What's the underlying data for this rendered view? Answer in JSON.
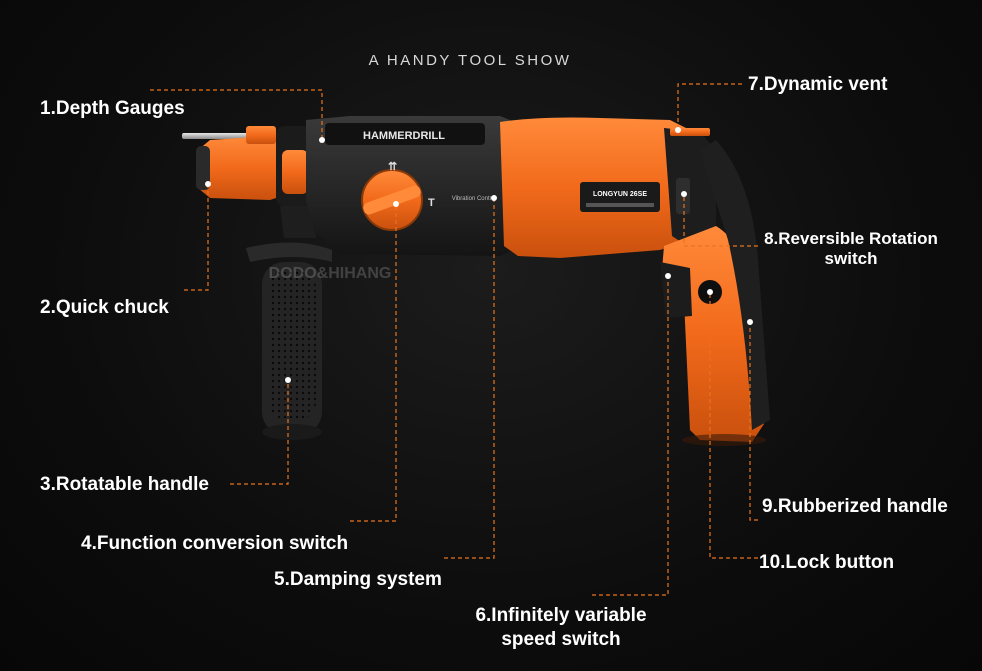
{
  "header": {
    "title": "A HANDY TOOL SHOW"
  },
  "product": {
    "brand_text": "HAMMERDRILL",
    "model_text": "LONGYUN 26SE",
    "sub_text": "Vibration Control",
    "watermark": "DODO&HIHANG"
  },
  "callouts": [
    {
      "id": "depth-gauges",
      "label": "1.Depth Gauges"
    },
    {
      "id": "quick-chuck",
      "label": "2.Quick chuck"
    },
    {
      "id": "rotatable-handle",
      "label": "3.Rotatable handle"
    },
    {
      "id": "function-switch",
      "label": "4.Function conversion switch"
    },
    {
      "id": "damping-system",
      "label": "5.Damping system"
    },
    {
      "id": "speed-switch",
      "label": "6.Infinitely variable speed switch"
    },
    {
      "id": "dynamic-vent",
      "label": "7.Dynamic vent"
    },
    {
      "id": "reversible-switch",
      "label": "8.Reversible Rotation switch"
    },
    {
      "id": "rubberized-handle",
      "label": "9.Rubberized handle"
    },
    {
      "id": "lock-button",
      "label": "10.Lock button"
    }
  ],
  "colors": {
    "accent_orange": "#f26a1b",
    "callout_line": "#e8731f",
    "body_dark": "#1e1e1e",
    "background": "#0d0d0d"
  }
}
